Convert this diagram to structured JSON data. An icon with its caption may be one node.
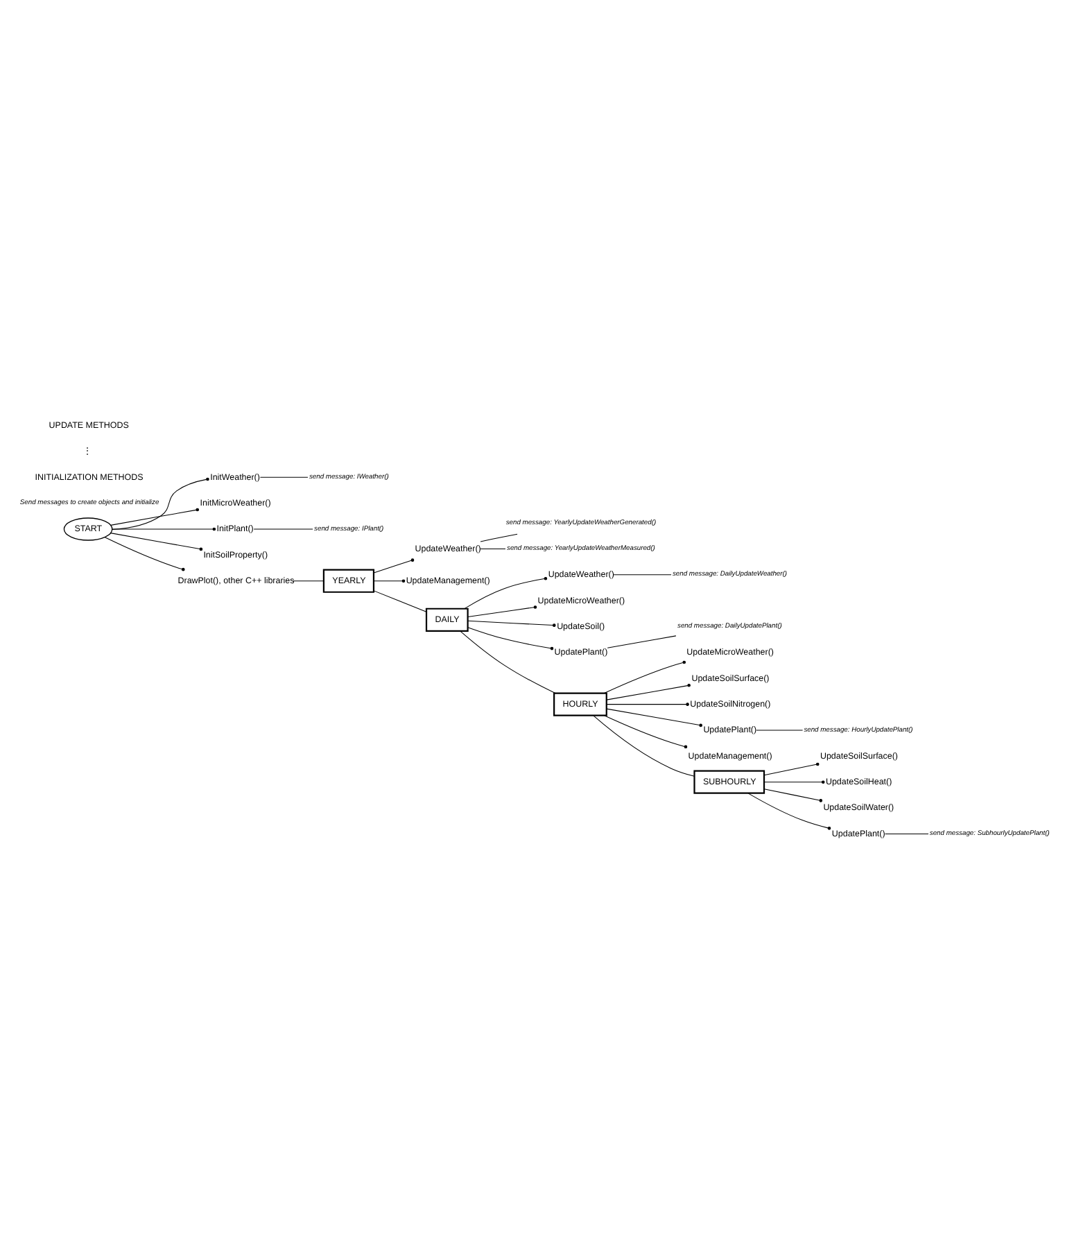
{
  "diagram": {
    "nodes": [
      {
        "text": [
          "START"
        ]
      },
      {
        "text": [
          "InitWeather()"
        ]
      },
      {
        "text": [
          "send message: IWeather()"
        ]
      },
      {
        "text": [
          "InitMicroWeather()"
        ]
      },
      {
        "text": [
          "InitPlant()"
        ]
      },
      {
        "text": [
          "send message: IPlant()"
        ]
      },
      {
        "text": [
          "InitSoilProperty()"
        ]
      },
      {
        "text": [
          "DrawPlot(), other C++ libraries"
        ]
      },
      {
        "text": [
          "YEARLY"
        ]
      },
      {
        "text": [
          "UpdateWeather()"
        ]
      },
      {
        "text": [
          "send message: YearlyUpdateWeatherGenerated()"
        ]
      },
      {
        "text": [
          "send message: YearlyUpdateWeatherMeasured()"
        ]
      },
      {
        "text": [
          "UpdateManagement()"
        ]
      },
      {
        "text": [
          "DAILY"
        ]
      },
      {
        "text": [
          "UpdateWeather()"
        ]
      },
      {
        "text": [
          "send message: DailyUpdateWeather()"
        ]
      },
      {
        "text": [
          "UpdateMicroWeather()"
        ]
      },
      {
        "text": [
          "UpdateSoil()"
        ]
      },
      {
        "text": [
          "UpdatePlant()"
        ]
      },
      {
        "text": [
          "send message: DailyUpdatePlant()"
        ]
      },
      {
        "text": [
          "HOURLY"
        ]
      },
      {
        "text": [
          "UpdateMicroWeather()"
        ]
      },
      {
        "text": [
          "UpdateSoilSurface()"
        ]
      },
      {
        "text": [
          "UpdateSoilNitrogen()"
        ]
      },
      {
        "text": [
          "UpdatePlant()"
        ]
      },
      {
        "text": [
          "send message: HourlyUpdatePlant()"
        ]
      },
      {
        "text": [
          "UpdateManagement()"
        ]
      },
      {
        "text": [
          "SUBHOURLY"
        ]
      },
      {
        "text": [
          "UpdateSoilSurface()"
        ]
      },
      {
        "text": [
          "UpdateSoilHeat()"
        ]
      },
      {
        "text": [
          "UpdateSoilWater()"
        ]
      },
      {
        "text": [
          "UpdatePlant()"
        ]
      },
      {
        "text": [
          "send message: SubhourlyUpdatePlant()"
        ]
      }
    ],
    "edges": [
      {
        "from": 0,
        "to": 1,
        "arrow": "other"
      },
      {
        "from": 1,
        "to": 2,
        "arrow": "none"
      },
      {
        "from": 0,
        "to": 3,
        "arrow": "other"
      },
      {
        "from": 0,
        "to": 4,
        "arrow": "other"
      },
      {
        "from": 4,
        "to": 5,
        "arrow": "none"
      },
      {
        "from": 0,
        "to": 6,
        "arrow": "other"
      },
      {
        "from": 0,
        "to": 7,
        "arrow": "other"
      },
      {
        "from": 7,
        "to": 8,
        "arrow": "none"
      },
      {
        "from": 8,
        "to": 9,
        "arrow": "other"
      },
      {
        "from": 9,
        "to": 10,
        "arrow": "none"
      },
      {
        "from": 9,
        "to": 11,
        "arrow": "none"
      },
      {
        "from": 8,
        "to": 12,
        "arrow": "other"
      },
      {
        "from": 8,
        "to": 13,
        "arrow": "none"
      },
      {
        "from": 13,
        "to": 14,
        "arrow": "other"
      },
      {
        "from": 14,
        "to": 15,
        "arrow": "none"
      },
      {
        "from": 13,
        "to": 16,
        "arrow": "other"
      },
      {
        "from": 13,
        "to": 17,
        "arrow": "other"
      },
      {
        "from": 13,
        "to": 18,
        "arrow": "other"
      },
      {
        "from": 18,
        "to": 19,
        "arrow": "none"
      },
      {
        "from": 13,
        "to": 20,
        "arrow": "none"
      },
      {
        "from": 20,
        "to": 21,
        "arrow": "other"
      },
      {
        "from": 20,
        "to": 22,
        "arrow": "other"
      },
      {
        "from": 20,
        "to": 23,
        "arrow": "other"
      },
      {
        "from": 20,
        "to": 24,
        "arrow": "other"
      },
      {
        "from": 24,
        "to": 25,
        "arrow": "none"
      },
      {
        "from": 20,
        "to": 26,
        "arrow": "other"
      },
      {
        "from": 20,
        "to": 27,
        "arrow": "none"
      },
      {
        "from": 27,
        "to": 28,
        "arrow": "other"
      },
      {
        "from": 27,
        "to": 29,
        "arrow": "other"
      },
      {
        "from": 27,
        "to": 30,
        "arrow": "other"
      },
      {
        "from": 27,
        "to": 31,
        "arrow": "other"
      },
      {
        "from": 31,
        "to": 32,
        "arrow": "none"
      }
    ],
    "labels": [
      "INITIALIZATION METHODS",
      "Send messages to create objects and initialize",
      "⋮",
      "UPDATE METHODS"
    ]
  }
}
